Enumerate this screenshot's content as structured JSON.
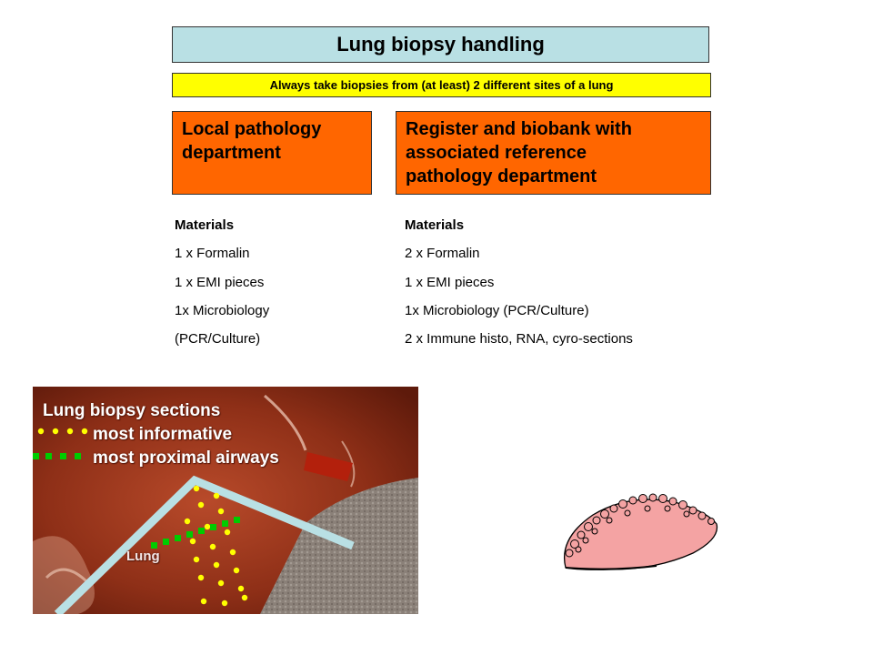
{
  "title": "Lung biopsy handling",
  "note": "Always take biopsies from (at least) 2 different sites of a lung",
  "local": {
    "heading_line1": "Local pathology",
    "heading_line2": "department",
    "materials_label": "Materials",
    "items": [
      "1 x Formalin",
      "1 x EMI pieces",
      "1x Microbiology",
      "(PCR/Culture)"
    ]
  },
  "register": {
    "heading_line1": "Register and biobank with",
    "heading_line2": "associated reference",
    "heading_line3": "pathology department",
    "materials_label": "Materials",
    "items": [
      "2 x Formalin",
      "1 x EMI pieces",
      "1x Microbiology (PCR/Culture)",
      "2 x Immune histo, RNA, cyro-sections"
    ]
  },
  "photo": {
    "title": "Lung biopsy sections",
    "legend_informative": "most informative",
    "legend_proximal": "most proximal airways",
    "lung_label": "Lung"
  },
  "colors": {
    "title_bg": "#b9e0e4",
    "note_bg": "#ffff00",
    "box_bg": "#ff6600",
    "dot_informative": "#ffff00",
    "dash_proximal": "#00cc00",
    "incision_line": "#b9e0e4",
    "sample_fill": "#f4a3a3"
  },
  "icons": [
    "lung-tissue-sample-icon"
  ]
}
